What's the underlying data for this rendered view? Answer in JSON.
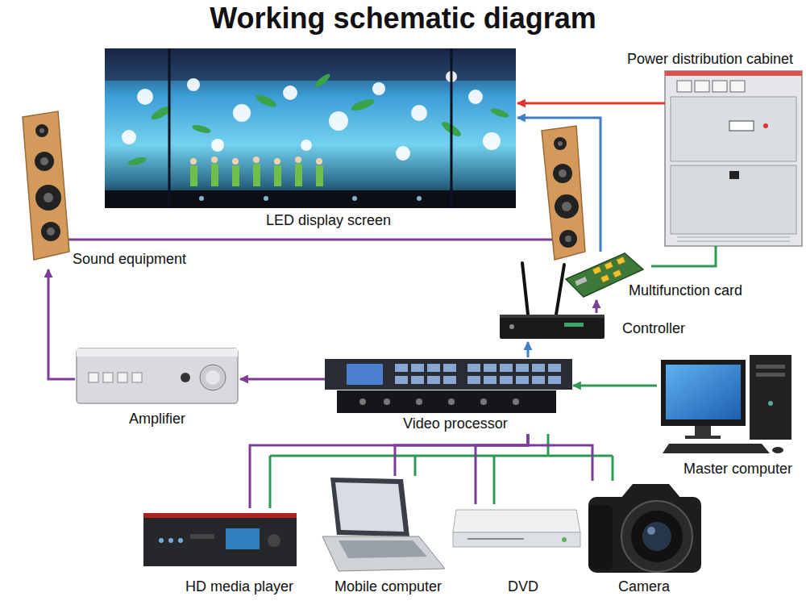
{
  "diagram": {
    "title": "Working schematic diagram",
    "nodes": [
      {
        "text": [
          "LED display screen"
        ]
      },
      {
        "text": [
          "Power distribution cabinet"
        ]
      },
      {
        "text": [
          "Sound equipment"
        ]
      },
      {
        "text": [
          "Multifunction card"
        ]
      },
      {
        "text": [
          "Controller"
        ]
      },
      {
        "text": [
          "Amplifier"
        ]
      },
      {
        "text": [
          "Video processor"
        ]
      },
      {
        "text": [
          "Master computer"
        ]
      },
      {
        "text": [
          "HD media player"
        ]
      },
      {
        "text": [
          "Mobile computer"
        ]
      },
      {
        "text": [
          "DVD"
        ]
      },
      {
        "text": [
          "Camera"
        ]
      }
    ],
    "edges": [
      {
        "from": 1,
        "to": 0,
        "arrow": "to"
      },
      {
        "from": 3,
        "to": 0,
        "arrow": "to"
      },
      {
        "from": 3,
        "to": 1,
        "arrow": "none"
      },
      {
        "from": 4,
        "to": 3,
        "arrow": "to"
      },
      {
        "from": 6,
        "to": 4,
        "arrow": "to"
      },
      {
        "from": 7,
        "to": 6,
        "arrow": "to"
      },
      {
        "from": 6,
        "to": 5,
        "arrow": "to"
      },
      {
        "from": 5,
        "to": 2,
        "arrow": "to"
      },
      {
        "from": 8,
        "to": 6,
        "arrow": "none"
      },
      {
        "from": 9,
        "to": 6,
        "arrow": "none"
      },
      {
        "from": 10,
        "to": 6,
        "arrow": "none"
      },
      {
        "from": 11,
        "to": 6,
        "arrow": "none"
      }
    ]
  }
}
